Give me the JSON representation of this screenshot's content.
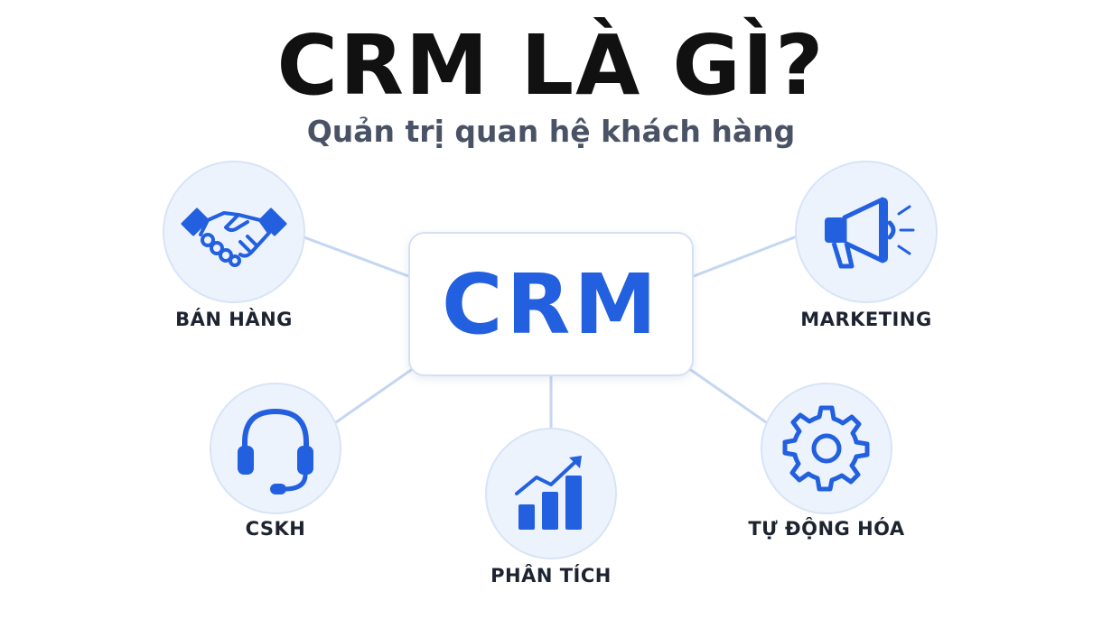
{
  "title": "CRM LÀ GÌ?",
  "subtitle": "Quản trị quan hệ khách hàng",
  "center": {
    "label": "CRM"
  },
  "nodes": [
    {
      "label": "BÁN HÀNG",
      "icon": "handshake-icon"
    },
    {
      "label": "MARKETING",
      "icon": "megaphone-icon"
    },
    {
      "label": "CSKH",
      "icon": "headset-icon"
    },
    {
      "label": "PHÂN TÍCH",
      "icon": "bar-chart-growth-icon"
    },
    {
      "label": "TỰ ĐỘNG HÓA",
      "icon": "gear-icon"
    }
  ],
  "colors": {
    "accent": "#2360e0",
    "title": "#111111",
    "subtitle": "#4a5366",
    "circle_fill": "#edf3fd",
    "connector": "#c3d6f2"
  }
}
